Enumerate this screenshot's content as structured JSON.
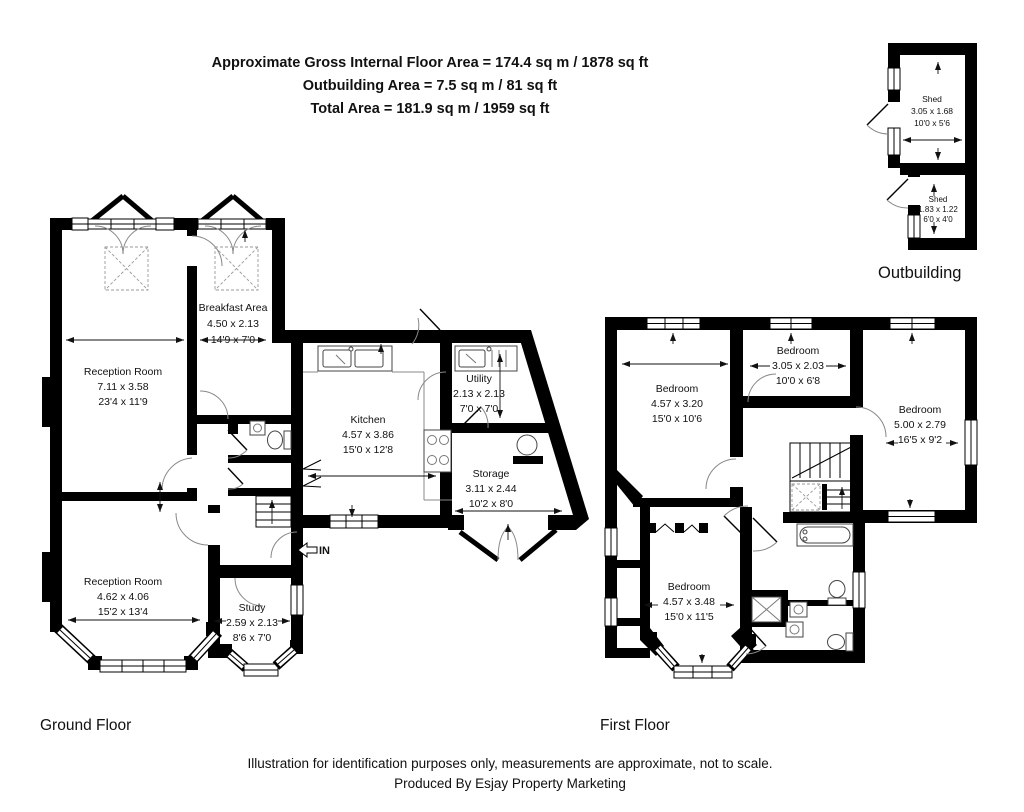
{
  "header": {
    "line1": "Approximate Gross Internal Floor Area = 174.4 sq m / 1878 sq ft",
    "line2": "Outbuilding Area = 7.5 sq m / 81 sq ft",
    "line3": "Total Area = 181.9 sq m / 1959 sq ft"
  },
  "floors": {
    "ground": {
      "label": "Ground Floor",
      "entrance": "IN",
      "rooms": [
        {
          "name": "Reception Room",
          "metric": "7.11 x 3.58",
          "imperial": "23'4 x 11'9"
        },
        {
          "name": "Breakfast Area",
          "metric": "4.50 x 2.13",
          "imperial": "14'9 x 7'0"
        },
        {
          "name": "Kitchen",
          "metric": "4.57 x 3.86",
          "imperial": "15'0 x 12'8"
        },
        {
          "name": "Utility",
          "metric": "2.13 x 2.13",
          "imperial": "7'0 x 7'0"
        },
        {
          "name": "Storage",
          "metric": "3.11 x 2.44",
          "imperial": "10'2 x 8'0"
        },
        {
          "name": "Reception Room",
          "metric": "4.62 x 4.06",
          "imperial": "15'2 x 13'4"
        },
        {
          "name": "Study",
          "metric": "2.59 x 2.13",
          "imperial": "8'6 x 7'0"
        }
      ]
    },
    "first": {
      "label": "First Floor",
      "rooms": [
        {
          "name": "Bedroom",
          "metric": "4.57 x 3.20",
          "imperial": "15'0 x 10'6"
        },
        {
          "name": "Bedroom",
          "metric": "3.05 x 2.03",
          "imperial": "10'0 x 6'8"
        },
        {
          "name": "Bedroom",
          "metric": "5.00 x 2.79",
          "imperial": "16'5 x 9'2"
        },
        {
          "name": "Bedroom",
          "metric": "4.57 x 3.48",
          "imperial": "15'0 x 11'5"
        }
      ]
    },
    "outbuilding": {
      "label": "Outbuilding",
      "rooms": [
        {
          "name": "Shed",
          "metric": "3.05 x 1.68",
          "imperial": "10'0 x 5'6"
        },
        {
          "name": "Shed",
          "metric": "1.83 x 1.22",
          "imperial": "6'0 x 4'0"
        }
      ]
    }
  },
  "footer": {
    "line1": "Illustration for identification purposes only, measurements are approximate, not to scale.",
    "line2": "Produced By Esjay Property Marketing"
  }
}
